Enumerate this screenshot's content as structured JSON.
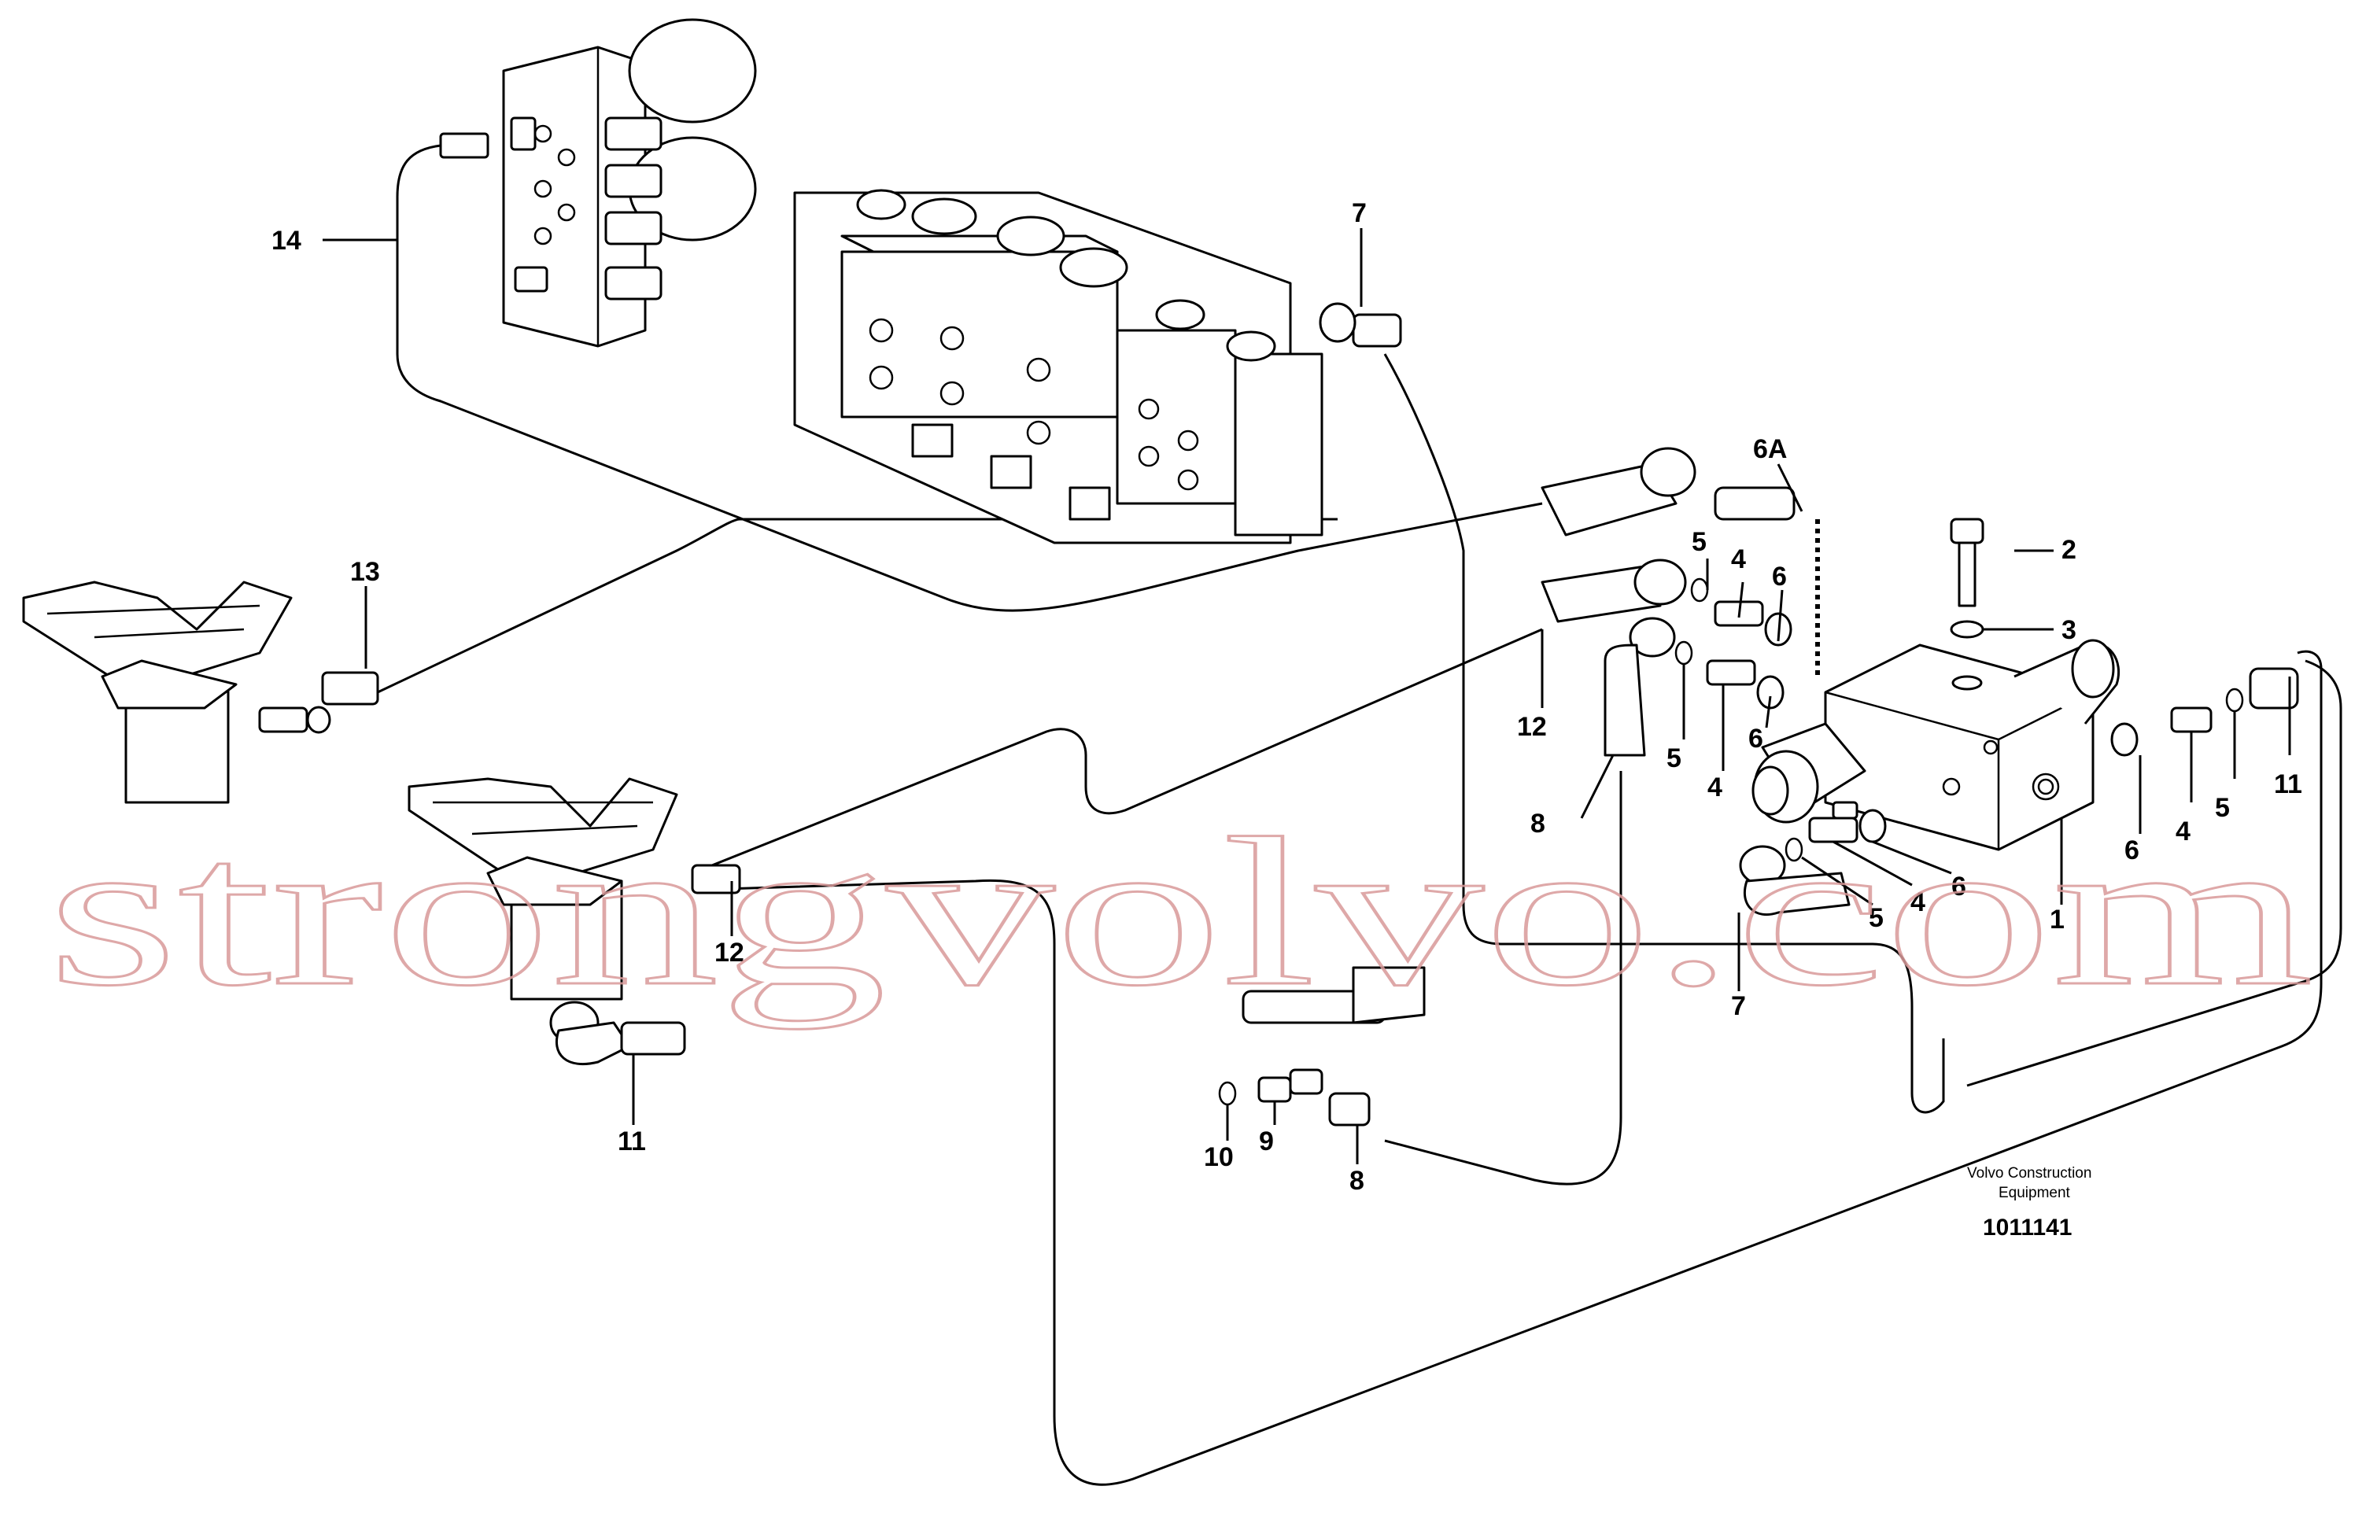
{
  "callouts": {
    "c1": "1",
    "c2": "2",
    "c3": "3",
    "c4a": "4",
    "c4b": "4",
    "c4c": "4",
    "c4d": "4",
    "c5a": "5",
    "c5b": "5",
    "c5c": "5",
    "c5d": "5",
    "c6a": "6",
    "c6b": "6",
    "c6c": "6",
    "c6d": "6",
    "c6A": "6A",
    "c7a": "7",
    "c7b": "7",
    "c8a": "8",
    "c8b": "8",
    "c9": "9",
    "c10": "10",
    "c11a": "11",
    "c11b": "11",
    "c12a": "12",
    "c12b": "12",
    "c13": "13",
    "c14": "14"
  },
  "credit": {
    "line1": "Volvo Construction",
    "line2": "Equipment",
    "doc_number": "1011141"
  },
  "watermark": "strongvolvo.com"
}
